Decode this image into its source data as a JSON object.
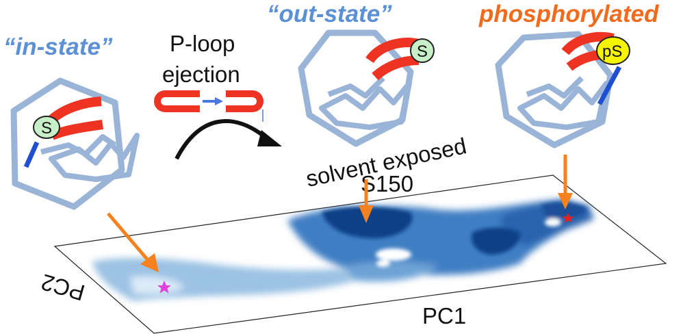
{
  "states": {
    "in_state": "“in-state”",
    "out_state": "“out-state”",
    "phosphorylated": "phosphorylated"
  },
  "transition": {
    "line1": "P-loop",
    "line2": "ejection"
  },
  "annotation": {
    "line1": "solvent exposed",
    "line2": "S150"
  },
  "residues": {
    "serine": "S",
    "phosphoserine": "pS"
  },
  "axes": {
    "x": "PC1",
    "y": "PC2"
  },
  "colors": {
    "state_label_blue": "#5b8fd6",
    "phospho_orange": "#f26a1b",
    "p_loop_red": "#ee3322",
    "domain_outline": "#9ab4d8",
    "arrow_orange": "#f5821f",
    "serine_green": "#c8f0c8",
    "phosphoserine_yellow": "#f5f500",
    "density_dark": "#0d3f86",
    "density_light": "#9cc2e4",
    "in_state_marker": "#e040e0",
    "phospho_marker": "#e52222"
  }
}
